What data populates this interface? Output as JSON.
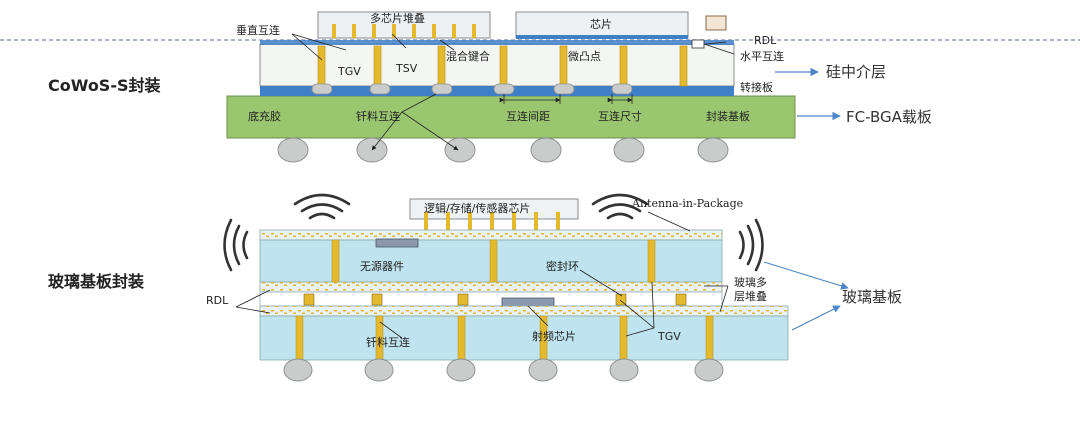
{
  "top": {
    "title": "CoWoS-S封装",
    "labels": {
      "multi_chip_stack": "多芯片堆叠",
      "chip": "芯片",
      "vertical_interconnect": "垂直互连",
      "tgv": "TGV",
      "tsv": "TSV",
      "hybrid_bonding": "混合键合",
      "micro_bump": "微凸点",
      "rdl": "RDL",
      "horizontal_interconnect": "水平互连",
      "silicon_interposer": "硅中介层",
      "interposer_board": "转接板",
      "underfill": "底充胶",
      "solder_interconnect": "钎料互连",
      "interconnect_pitch": "互连间距",
      "interconnect_size": "互连尺寸",
      "package_substrate": "封装基板",
      "fc_bga_substrate": "FC-BGA载板"
    }
  },
  "bottom": {
    "title": "玻璃基板封装",
    "labels": {
      "logic_chip": "逻辑/存储/传感器芯片",
      "antenna": "Antenna-in-Package",
      "passive": "无源器件",
      "seal_ring": "密封环",
      "rdl": "RDL",
      "glass_multilayer_1": "玻璃多",
      "glass_multilayer_2": "层堆叠",
      "glass_substrate": "玻璃基板",
      "solder_interconnect": "钎料互连",
      "rf_chip": "射频芯片",
      "tgv": "TGV"
    }
  },
  "colors": {
    "substrate_green": "#9ac66f",
    "interposer_white": "#f4f6f4",
    "blue_layer": "#3f7fc8",
    "via_yellow": "#e4b92e",
    "ball_grey": "#c9cccb",
    "glass_blue": "#bfe3ef",
    "arrow_blue": "#4a86c8"
  }
}
